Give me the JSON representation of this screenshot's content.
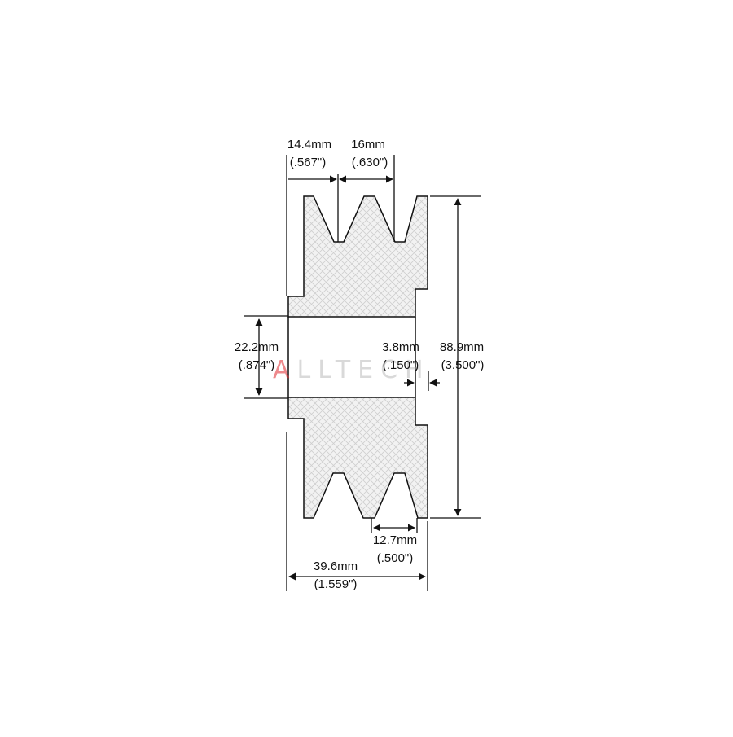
{
  "colors": {
    "outline": "#111111",
    "fill": "#f2f2f2",
    "hatch": "#cfcfcf",
    "watermark": "#aaaaaa",
    "watermark_accent": "#e0282e"
  },
  "watermark": {
    "text": "ALLTECH"
  },
  "dimensions": {
    "groove_gap": {
      "metric": "14.4mm",
      "imperial": "(.567\")"
    },
    "groove_pitch": {
      "metric": "16mm",
      "imperial": "(.630\")"
    },
    "bore": {
      "metric": "22.2mm",
      "imperial": "(.874\")"
    },
    "hub_step": {
      "metric": "3.8mm",
      "imperial": "(.150\")"
    },
    "outer_diameter": {
      "metric": "88.9mm",
      "imperial": "(3.500\")"
    },
    "groove_top": {
      "metric": "12.7mm",
      "imperial": "(.500\")"
    },
    "overall_width": {
      "metric": "39.6mm",
      "imperial": "(1.559\")"
    }
  }
}
